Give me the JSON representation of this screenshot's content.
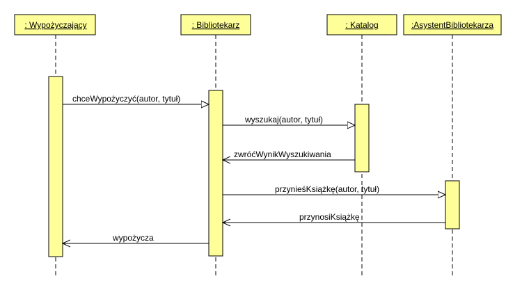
{
  "colors": {
    "box_fill": "#ffff99",
    "box_stroke": "#000000",
    "line": "#000000",
    "background": "#ffffff"
  },
  "participants": [
    {
      "id": "wypozyczajacy",
      "label": ": Wypożyczający"
    },
    {
      "id": "bibliotekarz",
      "label": ": Bibliotekarz"
    },
    {
      "id": "katalog",
      "label": ": Katalog"
    },
    {
      "id": "asystent",
      "label": ":AsystentBibliotekarza"
    }
  ],
  "messages": [
    {
      "id": "m1",
      "from": "wypozyczajacy",
      "to": "bibliotekarz",
      "label": "chceWypożyczyć(autor, tytuł)",
      "kind": "call"
    },
    {
      "id": "m2",
      "from": "bibliotekarz",
      "to": "katalog",
      "label": "wyszukaj(autor, tytuł)",
      "kind": "call"
    },
    {
      "id": "m3",
      "from": "katalog",
      "to": "bibliotekarz",
      "label": "zwróćWynikWyszukiwania",
      "kind": "return"
    },
    {
      "id": "m4",
      "from": "bibliotekarz",
      "to": "asystent",
      "label": "przynieśKsiążkę(autor, tytuł)",
      "kind": "call"
    },
    {
      "id": "m5",
      "from": "asystent",
      "to": "bibliotekarz",
      "label": "przynosiKsiążkę",
      "kind": "return"
    },
    {
      "id": "m6",
      "from": "bibliotekarz",
      "to": "wypozyczajacy",
      "label": "wypożycza",
      "kind": "return"
    }
  ]
}
